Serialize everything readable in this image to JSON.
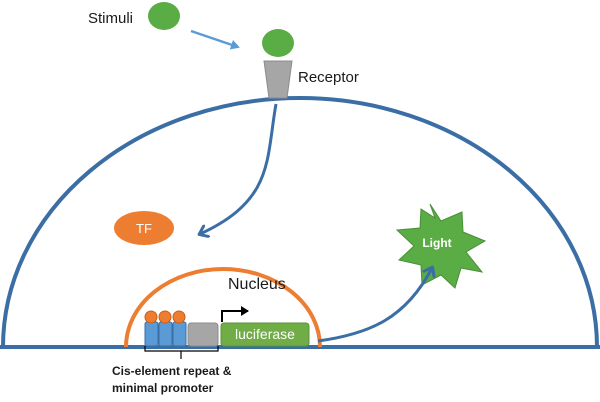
{
  "labels": {
    "stimuli": "Stimuli",
    "receptor": "Receptor",
    "tf": "TF",
    "nucleus": "Nucleus",
    "luciferase": "luciferase",
    "light": "Light",
    "cis_line1": "Cis-element repeat &",
    "cis_line2": "minimal promoter"
  },
  "colors": {
    "cell_membrane": "#3a6ea5",
    "stimulus": "#5aac44",
    "receptor": "#a6a6a6",
    "tf": "#ed7d31",
    "nucleus": "#ed7d31",
    "cis_element": "#5b9bd5",
    "cis_dot": "#ed7d31",
    "promoter": "#a6a6a6",
    "luciferase": "#70ad47",
    "light": "#5aac44",
    "arrow": "#3a6ea5",
    "stimulus_arrow": "#5b9bd5"
  }
}
